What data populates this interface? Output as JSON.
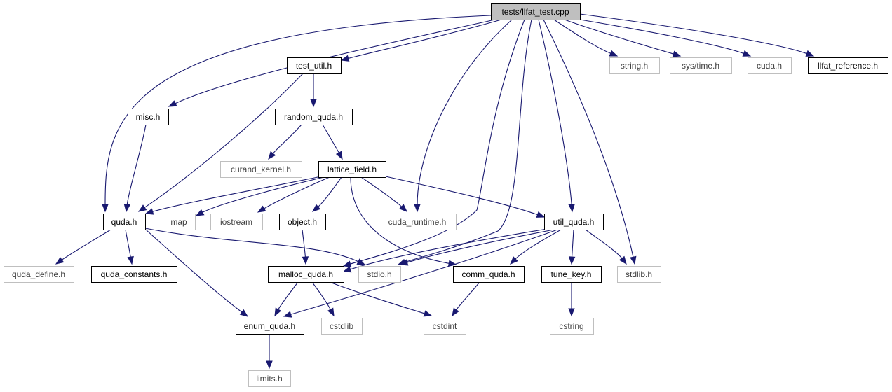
{
  "colors": {
    "edge": "#191970",
    "root_fill": "#bfbfbf",
    "root_border": "#000000",
    "doc_border": "#000000",
    "ext_border": "#bfbfbf",
    "text_doc": "#000000",
    "text_ext": "#404040"
  },
  "nodes": [
    {
      "id": "llfat_test",
      "label": "tests/llfat_test.cpp",
      "kind": "root"
    },
    {
      "id": "test_util",
      "label": "test_util.h",
      "kind": "documented"
    },
    {
      "id": "string",
      "label": "string.h",
      "kind": "external"
    },
    {
      "id": "systime",
      "label": "sys/time.h",
      "kind": "external"
    },
    {
      "id": "cuda",
      "label": "cuda.h",
      "kind": "external"
    },
    {
      "id": "llfat_reference",
      "label": "llfat_reference.h",
      "kind": "documented"
    },
    {
      "id": "misc",
      "label": "misc.h",
      "kind": "documented"
    },
    {
      "id": "random_quda",
      "label": "random_quda.h",
      "kind": "documented"
    },
    {
      "id": "curand_kernel",
      "label": "curand_kernel.h",
      "kind": "external"
    },
    {
      "id": "lattice_field",
      "label": "lattice_field.h",
      "kind": "documented"
    },
    {
      "id": "quda",
      "label": "quda.h",
      "kind": "documented"
    },
    {
      "id": "map",
      "label": "map",
      "kind": "external"
    },
    {
      "id": "iostream",
      "label": "iostream",
      "kind": "external"
    },
    {
      "id": "object",
      "label": "object.h",
      "kind": "documented"
    },
    {
      "id": "cuda_runtime",
      "label": "cuda_runtime.h",
      "kind": "external"
    },
    {
      "id": "util_quda",
      "label": "util_quda.h",
      "kind": "documented"
    },
    {
      "id": "quda_define",
      "label": "quda_define.h",
      "kind": "external"
    },
    {
      "id": "quda_constants",
      "label": "quda_constants.h",
      "kind": "documented"
    },
    {
      "id": "malloc_quda",
      "label": "malloc_quda.h",
      "kind": "documented"
    },
    {
      "id": "stdio",
      "label": "stdio.h",
      "kind": "external"
    },
    {
      "id": "comm_quda",
      "label": "comm_quda.h",
      "kind": "documented"
    },
    {
      "id": "tune_key",
      "label": "tune_key.h",
      "kind": "documented"
    },
    {
      "id": "stdlib",
      "label": "stdlib.h",
      "kind": "external"
    },
    {
      "id": "enum_quda",
      "label": "enum_quda.h",
      "kind": "documented"
    },
    {
      "id": "cstdlib",
      "label": "cstdlib",
      "kind": "external"
    },
    {
      "id": "cstdint",
      "label": "cstdint",
      "kind": "external"
    },
    {
      "id": "cstring",
      "label": "cstring",
      "kind": "external"
    },
    {
      "id": "limits",
      "label": "limits.h",
      "kind": "external"
    }
  ],
  "edges": [
    {
      "from": "llfat_test",
      "to": "quda"
    },
    {
      "from": "llfat_test",
      "to": "misc"
    },
    {
      "from": "llfat_test",
      "to": "test_util"
    },
    {
      "from": "llfat_test",
      "to": "cuda_runtime"
    },
    {
      "from": "llfat_test",
      "to": "malloc_quda"
    },
    {
      "from": "llfat_test",
      "to": "stdio"
    },
    {
      "from": "llfat_test",
      "to": "util_quda"
    },
    {
      "from": "llfat_test",
      "to": "stdlib"
    },
    {
      "from": "llfat_test",
      "to": "string"
    },
    {
      "from": "llfat_test",
      "to": "systime"
    },
    {
      "from": "llfat_test",
      "to": "cuda"
    },
    {
      "from": "llfat_test",
      "to": "llfat_reference"
    },
    {
      "from": "test_util",
      "to": "random_quda"
    },
    {
      "from": "test_util",
      "to": "quda"
    },
    {
      "from": "misc",
      "to": "quda"
    },
    {
      "from": "random_quda",
      "to": "curand_kernel"
    },
    {
      "from": "random_quda",
      "to": "lattice_field"
    },
    {
      "from": "lattice_field",
      "to": "quda"
    },
    {
      "from": "lattice_field",
      "to": "map"
    },
    {
      "from": "lattice_field",
      "to": "iostream"
    },
    {
      "from": "lattice_field",
      "to": "object"
    },
    {
      "from": "lattice_field",
      "to": "cuda_runtime"
    },
    {
      "from": "lattice_field",
      "to": "util_quda"
    },
    {
      "from": "lattice_field",
      "to": "comm_quda"
    },
    {
      "from": "quda",
      "to": "quda_define"
    },
    {
      "from": "quda",
      "to": "quda_constants"
    },
    {
      "from": "quda",
      "to": "stdio"
    },
    {
      "from": "quda",
      "to": "enum_quda"
    },
    {
      "from": "object",
      "to": "malloc_quda"
    },
    {
      "from": "util_quda",
      "to": "malloc_quda"
    },
    {
      "from": "util_quda",
      "to": "stdio"
    },
    {
      "from": "util_quda",
      "to": "comm_quda"
    },
    {
      "from": "util_quda",
      "to": "tune_key"
    },
    {
      "from": "util_quda",
      "to": "stdlib"
    },
    {
      "from": "util_quda",
      "to": "enum_quda"
    },
    {
      "from": "malloc_quda",
      "to": "enum_quda"
    },
    {
      "from": "malloc_quda",
      "to": "cstdlib"
    },
    {
      "from": "malloc_quda",
      "to": "cstdint"
    },
    {
      "from": "comm_quda",
      "to": "cstdint"
    },
    {
      "from": "tune_key",
      "to": "cstring"
    },
    {
      "from": "enum_quda",
      "to": "limits"
    }
  ]
}
